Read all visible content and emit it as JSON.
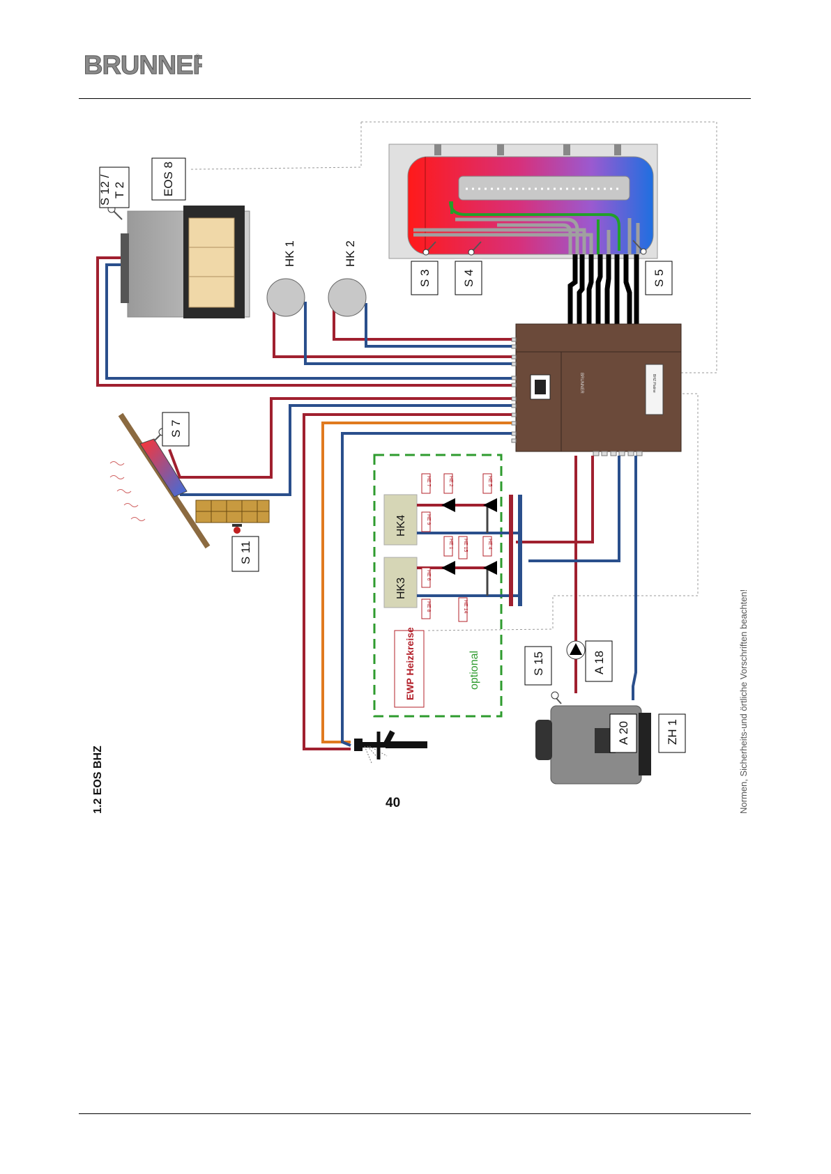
{
  "header": {
    "brand": "BRUNNER",
    "brand_mark": "®"
  },
  "diagram": {
    "section_title": "1.2 EOS BHZ",
    "page_number": "40",
    "note": "Normen, Sicherheits-und örtliche Vorschriften beachten!",
    "labels": {
      "s12_line1": "S 12 /",
      "s12_line2": "T 2",
      "eos8": "EOS 8",
      "hk1": "HK 1",
      "hk2": "HK 2",
      "s3": "S 3",
      "s4": "S 4",
      "s5": "S 5",
      "s7": "S 7",
      "s11": "S 11",
      "s15": "S 15",
      "a18": "A 18",
      "a20": "A 20",
      "zh1": "ZH 1",
      "hk3": "HK3",
      "hk4": "HK4",
      "ewp": "EWP Heizkreise",
      "optional": "optional",
      "he1": "HE 1",
      "he2": "HE 2",
      "he4": "HE 4",
      "he5": "HE 5",
      "he6": "HE 6",
      "he7": "HE 7",
      "he8": "HE 8",
      "he9": "HE 9",
      "he14": "HE 14",
      "he15": "HE 15",
      "controller_brand": "BRUNNER",
      "controller_model": "BHZ Platine"
    },
    "colors": {
      "supply": "#a0202f",
      "return": "#2a4f8c",
      "hot_water": "#e07a1f",
      "optional_frame": "#2e9b2e",
      "controller": "#6b4a3a",
      "ewp_text": "#b3202a"
    }
  }
}
